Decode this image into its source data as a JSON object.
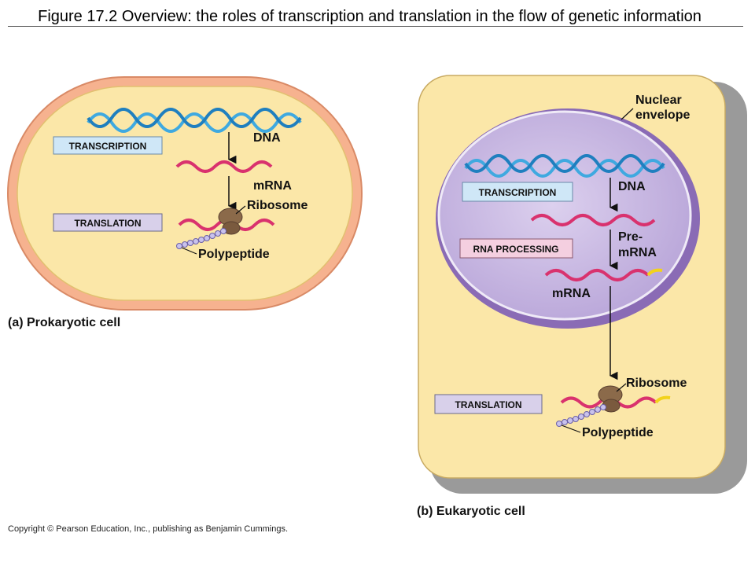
{
  "figure": {
    "title": "Figure 17.2 Overview: the roles of transcription and translation in the flow of genetic information"
  },
  "prokaryote": {
    "caption": "(a) Prokaryotic cell",
    "labels": {
      "dna": "DNA",
      "mrna": "mRNA",
      "ribosome": "Ribosome",
      "polypeptide": "Polypeptide"
    },
    "steps": {
      "transcription": "TRANSCRIPTION",
      "translation": "TRANSLATION"
    }
  },
  "eukaryote": {
    "caption": "(b) Eukaryotic cell",
    "labels": {
      "nuclear_envelope_1": "Nuclear",
      "nuclear_envelope_2": "envelope",
      "dna": "DNA",
      "pre_mrna_1": "Pre-",
      "pre_mrna_2": "mRNA",
      "mrna": "mRNA",
      "ribosome": "Ribosome",
      "polypeptide": "Polypeptide"
    },
    "steps": {
      "transcription": "TRANSCRIPTION",
      "rna_processing": "RNA PROCESSING",
      "translation": "TRANSLATION"
    }
  },
  "copyright": "Copyright © Pearson Education, Inc., publishing as Benjamin Cummings.",
  "colors": {
    "dna": "#3fa9e0",
    "mrna": "#d9326e",
    "cytoplasm": "#fbe7a8",
    "prokaryote_wall": "#f6b28f",
    "nucleus": "#c7b6e0",
    "nucleus_border": "#8a6bb5",
    "ribosome": "#8b6a4a",
    "polypeptide": "#9b8fd0"
  }
}
